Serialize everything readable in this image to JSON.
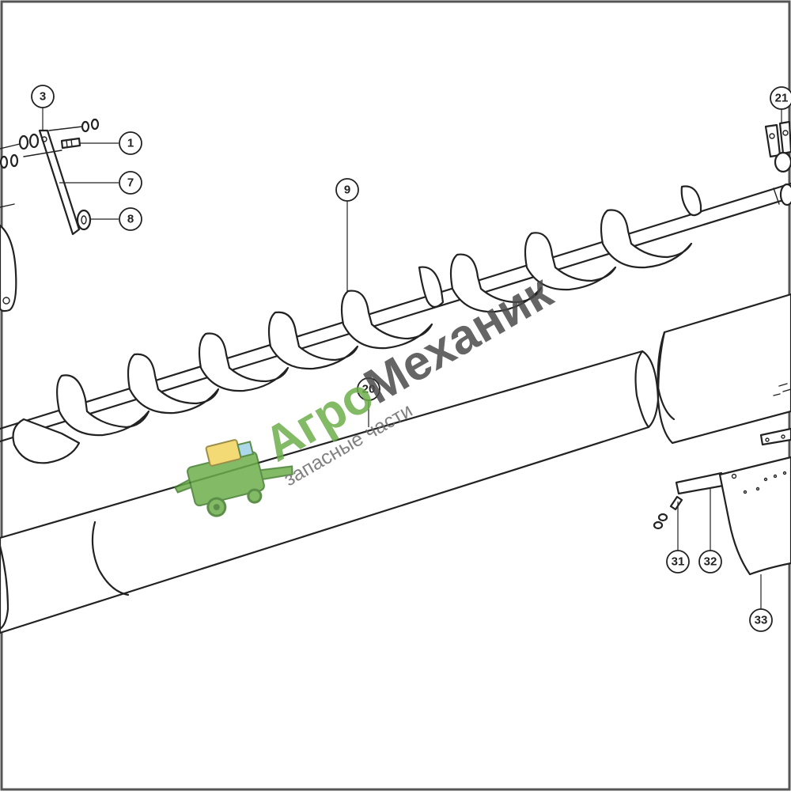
{
  "callouts": [
    {
      "id": "callout-3",
      "label": "3"
    },
    {
      "id": "callout-1",
      "label": "1"
    },
    {
      "id": "callout-7",
      "label": "7"
    },
    {
      "id": "callout-8",
      "label": "8"
    },
    {
      "id": "callout-9",
      "label": "9"
    },
    {
      "id": "callout-20",
      "label": "20"
    },
    {
      "id": "callout-21",
      "label": "21"
    },
    {
      "id": "callout-31",
      "label": "31"
    },
    {
      "id": "callout-32",
      "label": "32"
    },
    {
      "id": "callout-33",
      "label": "33"
    }
  ],
  "watermark": {
    "title_part1": "Агро",
    "title_part2": "Механик",
    "subtitle": "запасные части",
    "color_green": "#6cae4a",
    "color_dark": "#4a4a4a",
    "icon": "combine-harvester-icon"
  }
}
